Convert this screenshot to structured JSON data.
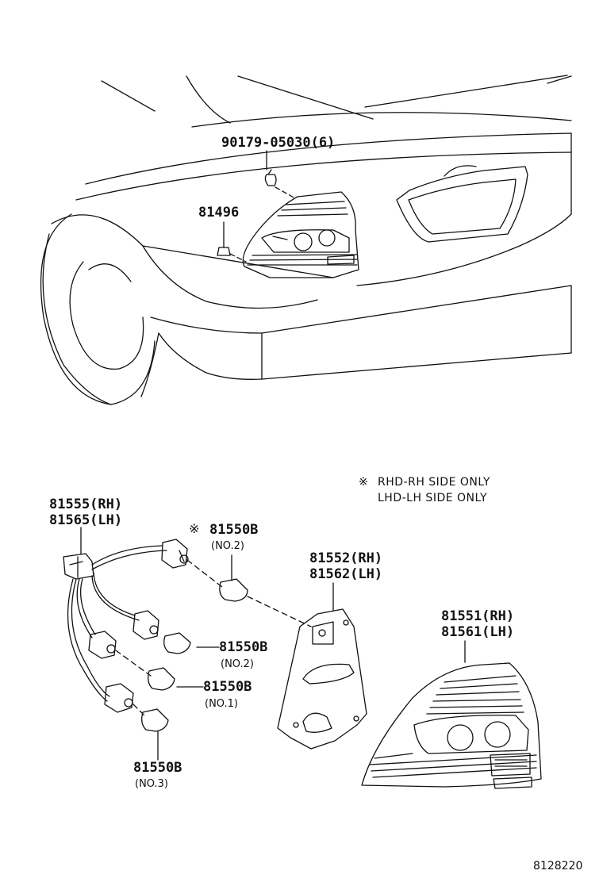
{
  "callouts": {
    "screw": "90179-05030(6)",
    "clip": "81496",
    "socket_rh": "81555(RH)",
    "socket_lh": "81565(LH)",
    "bulb_top": "81550B",
    "bulb_top_mark": "※",
    "bulb_top_note": "(NO.2)",
    "gasket_rh": "81552(RH)",
    "gasket_lh": "81562(LH)",
    "lens_rh": "81551(RH)",
    "lens_lh": "81561(LH)",
    "bulb_mid": "81550B",
    "bulb_mid_note": "(NO.2)",
    "bulb_low": "81550B",
    "bulb_low_note": "(NO.1)",
    "bulb_bottom": "81550B",
    "bulb_bottom_note": "(NO.3)"
  },
  "note": {
    "mark": "※",
    "line1": "RHD-RH SIDE ONLY",
    "line2": "LHD-LH SIDE ONLY"
  },
  "figure_id": "8128220"
}
